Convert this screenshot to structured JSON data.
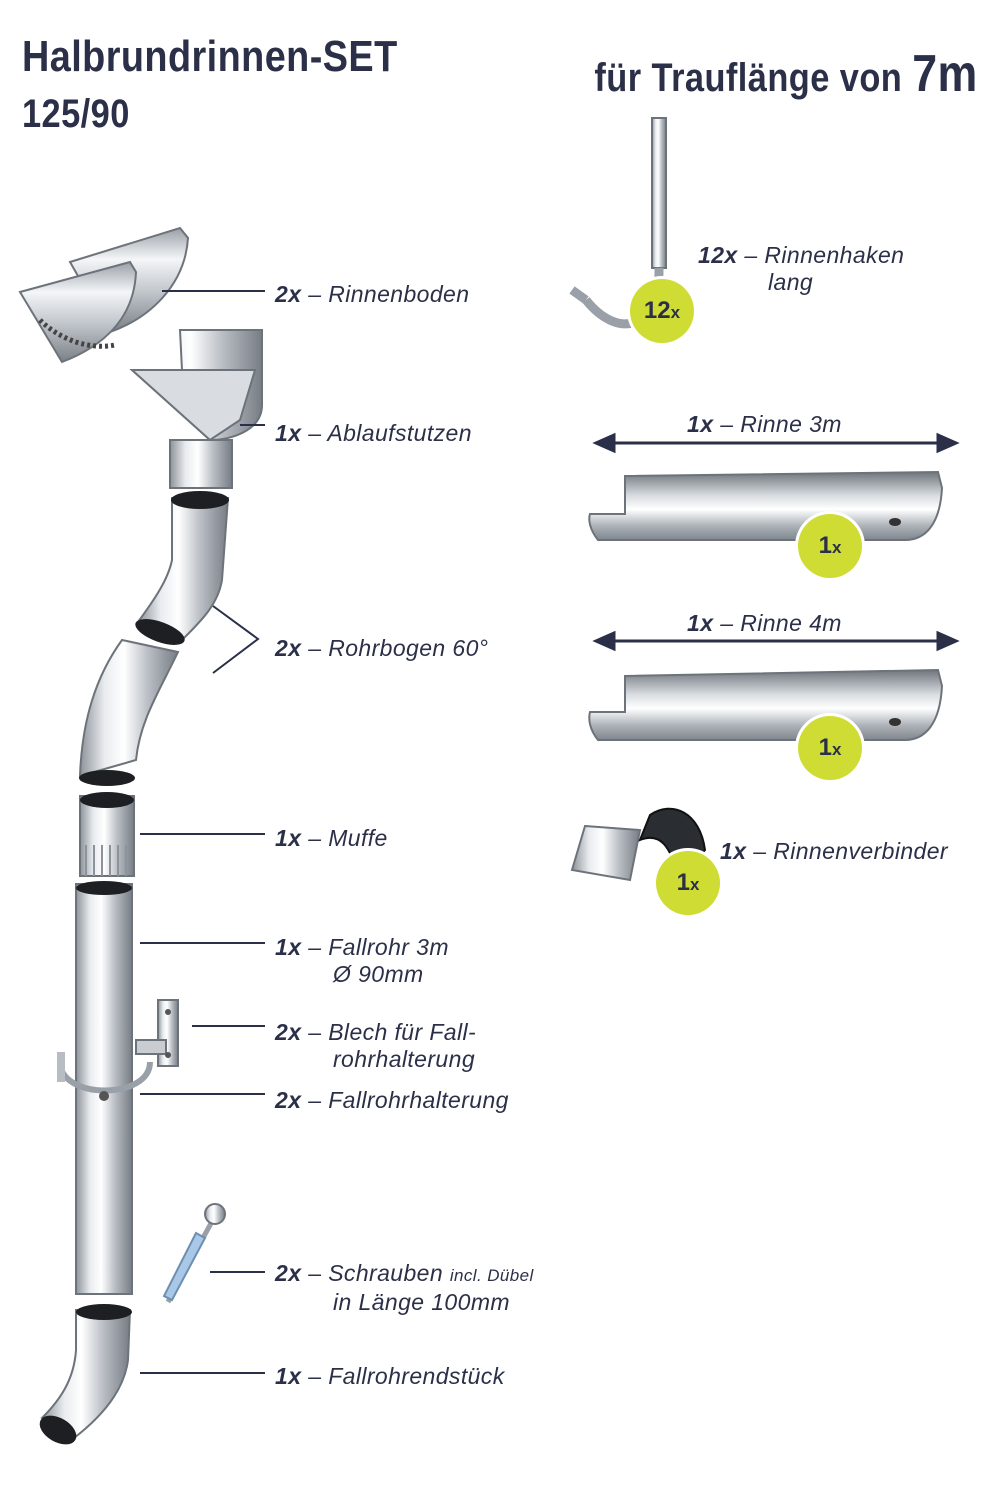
{
  "header": {
    "title": "Halbrundrinnen-SET",
    "subtitle": "125/90",
    "right_prefix": "für Trauflänge von",
    "right_value": "7m"
  },
  "left_items": [
    {
      "qty": "2x",
      "name": "Rinnenboden",
      "line2": ""
    },
    {
      "qty": "1x",
      "name": "Ablaufstutzen",
      "line2": ""
    },
    {
      "qty": "2x",
      "name": "Rohrbogen 60°",
      "line2": ""
    },
    {
      "qty": "1x",
      "name": "Muffe",
      "line2": ""
    },
    {
      "qty": "1x",
      "name": "Fallrohr 3m",
      "line2": "Ø 90mm"
    },
    {
      "qty": "2x",
      "name": "Blech für Fall-",
      "line2": "rohrhalterung"
    },
    {
      "qty": "2x",
      "name": "Fallrohrhalterung",
      "line2": ""
    },
    {
      "qty": "2x",
      "name": "Schrauben",
      "note": "incl. Dübel",
      "line2": "in Länge 100mm"
    },
    {
      "qty": "1x",
      "name": "Fallrohrendstück",
      "line2": ""
    }
  ],
  "right_items": [
    {
      "qty": "12x",
      "name": "Rinnenhaken",
      "line2": "lang",
      "badge_num": "12",
      "badge_x": "x"
    },
    {
      "qty": "1x",
      "name": "Rinne 3m",
      "badge_num": "1",
      "badge_x": "x"
    },
    {
      "qty": "1x",
      "name": "Rinne 4m",
      "badge_num": "1",
      "badge_x": "x"
    },
    {
      "qty": "1x",
      "name": "Rinnenverbinder",
      "badge_num": "1",
      "badge_x": "x"
    }
  ],
  "separator": "–",
  "colors": {
    "text": "#2b3048",
    "badge": "#cfdc34",
    "metal_light": "#eef0f2",
    "metal_dark": "#8d939a"
  }
}
